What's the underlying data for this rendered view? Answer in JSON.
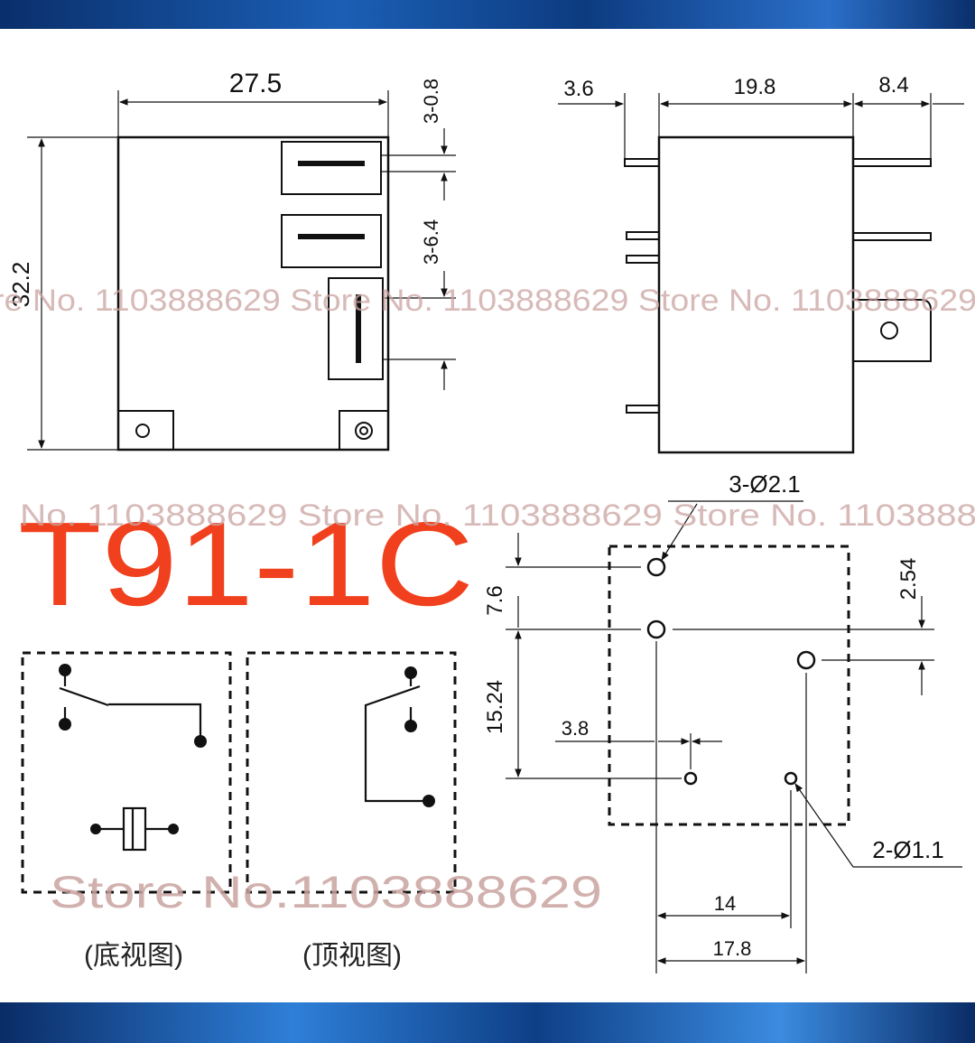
{
  "model": "T91-1C",
  "watermark": {
    "row1": "re No. 1103888629 Store No. 1103888629 Store No. 1103888629",
    "row2": "No. 1103888629 Store No. 1103888629 Store No. 1103888",
    "row3": "Store No.1103888629"
  },
  "front_view": {
    "width": "27.5",
    "height": "32.2",
    "tab_pitch_top": "3-0.8",
    "tab_pitch": "3-6.4"
  },
  "side_view": {
    "left": "3.6",
    "middle": "19.8",
    "right": "8.4"
  },
  "pcb_layout": {
    "large_holes": "3-Ø2.1",
    "small_holes": "2-Ø1.1",
    "dim_7_6": "7.6",
    "dim_2_54": "2.54",
    "dim_15_24": "15.24",
    "dim_3_8": "3.8",
    "dim_14": "14",
    "dim_17_8": "17.8"
  },
  "schematic": {
    "bottom_view_label": "(底视图)",
    "top_view_label": "(顶视图)"
  },
  "colors": {
    "model_text": "#f1401d",
    "watermark": "#c9a3a0",
    "line": "#111111"
  }
}
